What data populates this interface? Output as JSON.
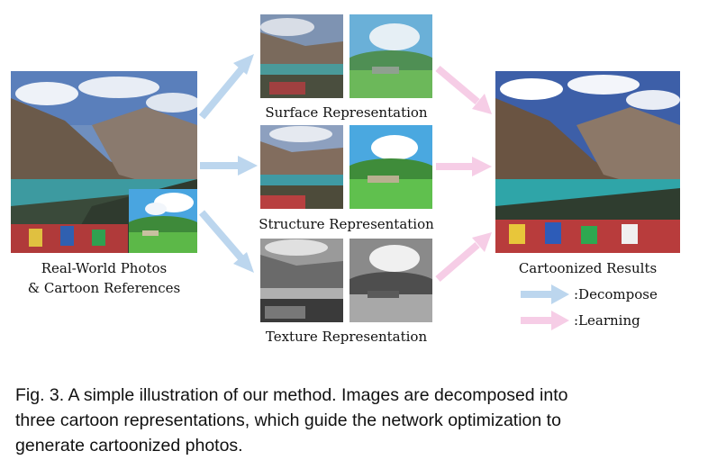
{
  "figure": {
    "input_label_line1": "Real-World Photos",
    "input_label_line2": "& Cartoon References",
    "surface_label": "Surface Representation",
    "structure_label": "Structure Representation",
    "texture_label": "Texture Representation",
    "output_label": "Cartoonized Results",
    "legend": [
      {
        "label": ":Decompose",
        "color": "#bcd6ee"
      },
      {
        "label": ":Learning",
        "color": "#f6cde6"
      }
    ]
  },
  "caption": {
    "line1": "Fig. 3.  A simple illustration of our method. Images are decomposed into",
    "line2": "three cartoon representations, which guide the network optimization to",
    "line3": "generate cartoonized photos."
  },
  "colors": {
    "decompose_arrow": "#bcd6ee",
    "learning_arrow": "#f6cde6"
  }
}
